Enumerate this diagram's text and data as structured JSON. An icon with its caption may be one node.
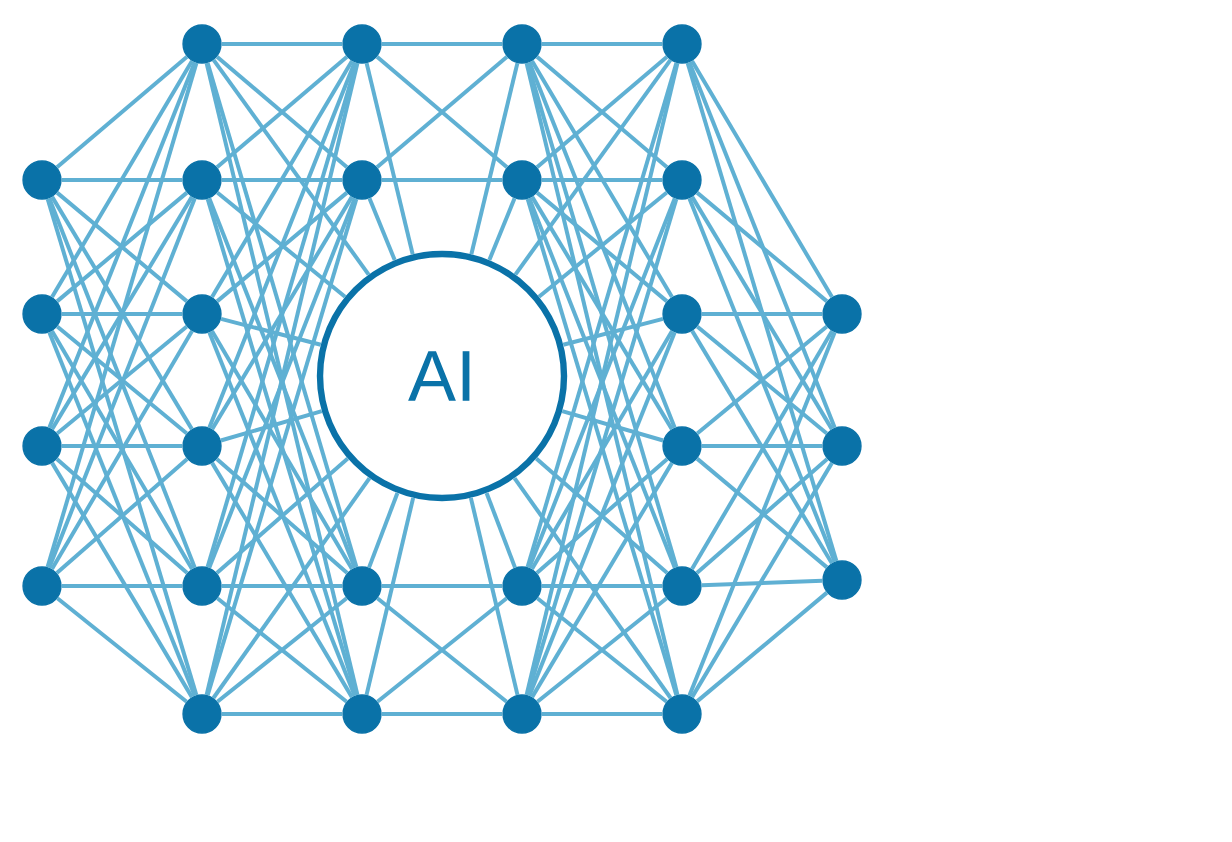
{
  "diagram": {
    "nodes": [
      {
        "text": [],
        "shape": "circle"
      },
      {
        "text": [],
        "shape": "circle"
      },
      {
        "text": [],
        "shape": "circle"
      },
      {
        "text": [],
        "shape": "circle"
      },
      {
        "text": [],
        "shape": "circle"
      },
      {
        "text": [],
        "shape": "circle"
      },
      {
        "text": [],
        "shape": "circle"
      },
      {
        "text": [],
        "shape": "circle"
      },
      {
        "text": [],
        "shape": "circle"
      },
      {
        "text": [],
        "shape": "circle"
      },
      {
        "text": [],
        "shape": "circle"
      },
      {
        "text": [],
        "shape": "circle"
      },
      {
        "text": [],
        "shape": "circle"
      },
      {
        "text": [],
        "shape": "circle"
      },
      {
        "text": [
          "AI"
        ]
      },
      {
        "text": [],
        "shape": "circle"
      },
      {
        "text": [],
        "shape": "circle"
      },
      {
        "text": [],
        "shape": "circle"
      },
      {
        "text": [],
        "shape": "circle"
      },
      {
        "text": [],
        "shape": "circle"
      },
      {
        "text": [],
        "shape": "circle"
      },
      {
        "text": [],
        "shape": "circle"
      },
      {
        "text": [],
        "shape": "circle"
      },
      {
        "text": [],
        "shape": "circle"
      },
      {
        "text": [],
        "shape": "circle"
      },
      {
        "text": [],
        "shape": "circle"
      },
      {
        "text": [],
        "shape": "circle"
      },
      {
        "text": [],
        "shape": "circle"
      }
    ],
    "edges": [
      {
        "from": 0,
        "to": 4,
        "arrow": "none"
      },
      {
        "from": 0,
        "to": 5,
        "arrow": "none"
      },
      {
        "from": 0,
        "to": 6,
        "arrow": "none"
      },
      {
        "from": 0,
        "to": 7,
        "arrow": "none"
      },
      {
        "from": 0,
        "to": 8,
        "arrow": "none"
      },
      {
        "from": 0,
        "to": 9,
        "arrow": "none"
      },
      {
        "from": 1,
        "to": 4,
        "arrow": "none"
      },
      {
        "from": 1,
        "to": 5,
        "arrow": "none"
      },
      {
        "from": 1,
        "to": 6,
        "arrow": "none"
      },
      {
        "from": 1,
        "to": 7,
        "arrow": "none"
      },
      {
        "from": 1,
        "to": 8,
        "arrow": "none"
      },
      {
        "from": 1,
        "to": 9,
        "arrow": "none"
      },
      {
        "from": 2,
        "to": 4,
        "arrow": "none"
      },
      {
        "from": 2,
        "to": 5,
        "arrow": "none"
      },
      {
        "from": 2,
        "to": 6,
        "arrow": "none"
      },
      {
        "from": 2,
        "to": 7,
        "arrow": "none"
      },
      {
        "from": 2,
        "to": 8,
        "arrow": "none"
      },
      {
        "from": 2,
        "to": 9,
        "arrow": "none"
      },
      {
        "from": 3,
        "to": 4,
        "arrow": "none"
      },
      {
        "from": 3,
        "to": 5,
        "arrow": "none"
      },
      {
        "from": 3,
        "to": 6,
        "arrow": "none"
      },
      {
        "from": 3,
        "to": 7,
        "arrow": "none"
      },
      {
        "from": 3,
        "to": 8,
        "arrow": "none"
      },
      {
        "from": 3,
        "to": 9,
        "arrow": "none"
      },
      {
        "from": 4,
        "to": 10,
        "arrow": "none"
      },
      {
        "from": 4,
        "to": 11,
        "arrow": "none"
      },
      {
        "from": 4,
        "to": 12,
        "arrow": "none"
      },
      {
        "from": 4,
        "to": 13,
        "arrow": "none"
      },
      {
        "from": 5,
        "to": 10,
        "arrow": "none"
      },
      {
        "from": 5,
        "to": 11,
        "arrow": "none"
      },
      {
        "from": 5,
        "to": 12,
        "arrow": "none"
      },
      {
        "from": 5,
        "to": 13,
        "arrow": "none"
      },
      {
        "from": 6,
        "to": 10,
        "arrow": "none"
      },
      {
        "from": 6,
        "to": 11,
        "arrow": "none"
      },
      {
        "from": 6,
        "to": 12,
        "arrow": "none"
      },
      {
        "from": 6,
        "to": 13,
        "arrow": "none"
      },
      {
        "from": 7,
        "to": 10,
        "arrow": "none"
      },
      {
        "from": 7,
        "to": 11,
        "arrow": "none"
      },
      {
        "from": 7,
        "to": 12,
        "arrow": "none"
      },
      {
        "from": 7,
        "to": 13,
        "arrow": "none"
      },
      {
        "from": 8,
        "to": 10,
        "arrow": "none"
      },
      {
        "from": 8,
        "to": 11,
        "arrow": "none"
      },
      {
        "from": 8,
        "to": 12,
        "arrow": "none"
      },
      {
        "from": 8,
        "to": 13,
        "arrow": "none"
      },
      {
        "from": 9,
        "to": 10,
        "arrow": "none"
      },
      {
        "from": 9,
        "to": 11,
        "arrow": "none"
      },
      {
        "from": 9,
        "to": 12,
        "arrow": "none"
      },
      {
        "from": 9,
        "to": 13,
        "arrow": "none"
      },
      {
        "from": 4,
        "to": 14,
        "arrow": "none"
      },
      {
        "from": 5,
        "to": 14,
        "arrow": "none"
      },
      {
        "from": 6,
        "to": 14,
        "arrow": "none"
      },
      {
        "from": 7,
        "to": 14,
        "arrow": "none"
      },
      {
        "from": 8,
        "to": 14,
        "arrow": "none"
      },
      {
        "from": 9,
        "to": 14,
        "arrow": "none"
      },
      {
        "from": 10,
        "to": 15,
        "arrow": "none"
      },
      {
        "from": 10,
        "to": 16,
        "arrow": "none"
      },
      {
        "from": 10,
        "to": 14,
        "arrow": "none"
      },
      {
        "from": 11,
        "to": 14,
        "arrow": "none"
      },
      {
        "from": 11,
        "to": 15,
        "arrow": "none"
      },
      {
        "from": 11,
        "to": 16,
        "arrow": "none"
      },
      {
        "from": 12,
        "to": 14,
        "arrow": "none"
      },
      {
        "from": 13,
        "to": 14,
        "arrow": "none"
      },
      {
        "from": 14,
        "to": 15,
        "arrow": "none"
      },
      {
        "from": 14,
        "to": 16,
        "arrow": "none"
      },
      {
        "from": 12,
        "to": 17,
        "arrow": "none"
      },
      {
        "from": 12,
        "to": 18,
        "arrow": "none"
      },
      {
        "from": 14,
        "to": 17,
        "arrow": "none"
      },
      {
        "from": 14,
        "to": 18,
        "arrow": "none"
      },
      {
        "from": 13,
        "to": 17,
        "arrow": "none"
      },
      {
        "from": 13,
        "to": 18,
        "arrow": "none"
      },
      {
        "from": 14,
        "to": 19,
        "arrow": "none"
      },
      {
        "from": 14,
        "to": 20,
        "arrow": "none"
      },
      {
        "from": 14,
        "to": 21,
        "arrow": "none"
      },
      {
        "from": 14,
        "to": 22,
        "arrow": "none"
      },
      {
        "from": 14,
        "to": 23,
        "arrow": "none"
      },
      {
        "from": 14,
        "to": 24,
        "arrow": "none"
      },
      {
        "from": 15,
        "to": 19,
        "arrow": "none"
      },
      {
        "from": 15,
        "to": 20,
        "arrow": "none"
      },
      {
        "from": 15,
        "to": 21,
        "arrow": "none"
      },
      {
        "from": 15,
        "to": 22,
        "arrow": "none"
      },
      {
        "from": 15,
        "to": 23,
        "arrow": "none"
      },
      {
        "from": 15,
        "to": 24,
        "arrow": "none"
      },
      {
        "from": 16,
        "to": 19,
        "arrow": "none"
      },
      {
        "from": 16,
        "to": 20,
        "arrow": "none"
      },
      {
        "from": 16,
        "to": 21,
        "arrow": "none"
      },
      {
        "from": 16,
        "to": 22,
        "arrow": "none"
      },
      {
        "from": 16,
        "to": 23,
        "arrow": "none"
      },
      {
        "from": 16,
        "to": 24,
        "arrow": "none"
      },
      {
        "from": 17,
        "to": 19,
        "arrow": "none"
      },
      {
        "from": 17,
        "to": 20,
        "arrow": "none"
      },
      {
        "from": 17,
        "to": 21,
        "arrow": "none"
      },
      {
        "from": 17,
        "to": 22,
        "arrow": "none"
      },
      {
        "from": 17,
        "to": 23,
        "arrow": "none"
      },
      {
        "from": 17,
        "to": 24,
        "arrow": "none"
      },
      {
        "from": 18,
        "to": 19,
        "arrow": "none"
      },
      {
        "from": 18,
        "to": 20,
        "arrow": "none"
      },
      {
        "from": 18,
        "to": 21,
        "arrow": "none"
      },
      {
        "from": 18,
        "to": 22,
        "arrow": "none"
      },
      {
        "from": 18,
        "to": 23,
        "arrow": "none"
      },
      {
        "from": 18,
        "to": 24,
        "arrow": "none"
      },
      {
        "from": 19,
        "to": 25,
        "arrow": "none"
      },
      {
        "from": 19,
        "to": 26,
        "arrow": "none"
      },
      {
        "from": 19,
        "to": 27,
        "arrow": "none"
      },
      {
        "from": 20,
        "to": 25,
        "arrow": "none"
      },
      {
        "from": 20,
        "to": 26,
        "arrow": "none"
      },
      {
        "from": 20,
        "to": 27,
        "arrow": "none"
      },
      {
        "from": 21,
        "to": 25,
        "arrow": "none"
      },
      {
        "from": 21,
        "to": 26,
        "arrow": "none"
      },
      {
        "from": 21,
        "to": 27,
        "arrow": "none"
      },
      {
        "from": 22,
        "to": 25,
        "arrow": "none"
      },
      {
        "from": 22,
        "to": 26,
        "arrow": "none"
      },
      {
        "from": 22,
        "to": 27,
        "arrow": "none"
      },
      {
        "from": 23,
        "to": 25,
        "arrow": "none"
      },
      {
        "from": 23,
        "to": 26,
        "arrow": "none"
      },
      {
        "from": 23,
        "to": 27,
        "arrow": "none"
      },
      {
        "from": 24,
        "to": 25,
        "arrow": "none"
      },
      {
        "from": 24,
        "to": 26,
        "arrow": "none"
      },
      {
        "from": 24,
        "to": 27,
        "arrow": "none"
      }
    ]
  }
}
